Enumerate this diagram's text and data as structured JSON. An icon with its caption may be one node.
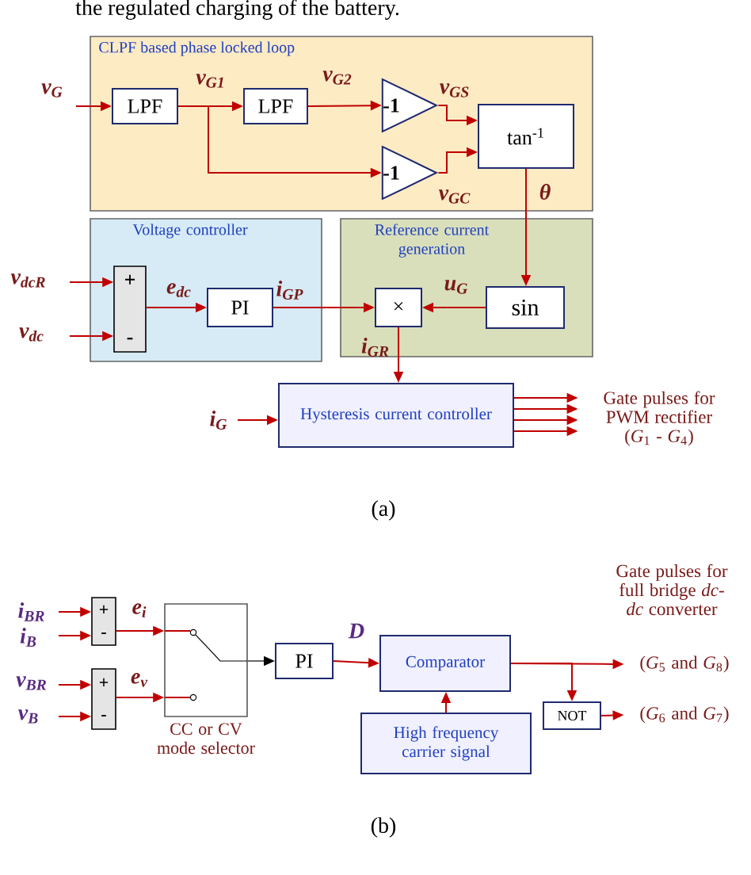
{
  "diagram": {
    "nodes": [
      {
        "text": [
          "CLPF based phase locked loop"
        ]
      },
      {
        "text": [
          "LPF"
        ],
        "in": 0
      },
      {
        "text": [
          "LPF"
        ],
        "in": 0
      },
      {
        "text": [
          "-1"
        ],
        "in": 0
      },
      {
        "text": [
          "-1"
        ],
        "in": 0
      },
      {
        "text": [
          "tan$^{-1}$"
        ],
        "in": 0
      },
      {
        "text": [
          "Voltage controller"
        ]
      },
      {
        "text": [
          "+",
          "-"
        ],
        "in": 6
      },
      {
        "text": [
          "PI"
        ],
        "in": 6
      },
      {
        "text": [
          "Reference current generation"
        ]
      },
      {
        "text": [
          "×"
        ],
        "in": 9
      },
      {
        "text": [
          "sin"
        ],
        "in": 9
      },
      {
        "text": [
          "Hysteresis current controller"
        ]
      },
      {
        "text": [
          "Gate pulses for PWM rectifier (*G*$_{1}$ - *G*$_{4}$)"
        ]
      },
      {
        "text": [
          "+",
          "-"
        ]
      },
      {
        "text": [
          "+",
          "-"
        ]
      },
      {
        "text": [],
        "shape": "box",
        "beside": [
          "CC or CV mode selector"
        ]
      },
      {
        "text": [
          "PI"
        ]
      },
      {
        "text": [
          "Comparator"
        ]
      },
      {
        "text": [
          "High frequency carrier signal"
        ]
      },
      {
        "text": [
          "NOT"
        ]
      },
      {
        "text": [
          "(*G*$_{5}$ and *G*$_{8}$)"
        ]
      },
      {
        "text": [
          "(*G*$_{6}$ and *G*$_{7}$)"
        ]
      }
    ],
    "edges": [
      {
        "from": null,
        "to": 1,
        "arrow": "to",
        "label": "v$_{G}$"
      },
      {
        "from": 1,
        "to": 2,
        "arrow": "to",
        "label": "v$_{G1}$"
      },
      {
        "from": 2,
        "to": 3,
        "arrow": "to",
        "label": "v$_{G2}$"
      },
      {
        "from": 1,
        "to": 4,
        "arrow": "to"
      },
      {
        "from": 3,
        "to": 5,
        "arrow": "to",
        "label": "v$_{GS}$"
      },
      {
        "from": 4,
        "to": 5,
        "arrow": "to",
        "label": "v$_{GC}$"
      },
      {
        "from": 5,
        "to": 11,
        "arrow": "to",
        "label": "θ"
      },
      {
        "from": null,
        "to": 7,
        "arrow": "to",
        "label": "v$_{dcR}$"
      },
      {
        "from": null,
        "to": 7,
        "arrow": "to",
        "label": "v$_{dc}$"
      },
      {
        "from": 7,
        "to": 8,
        "arrow": "to",
        "label": "e$_{dc}$"
      },
      {
        "from": 8,
        "to": 10,
        "arrow": "to",
        "label": "i$_{GP}$"
      },
      {
        "from": 11,
        "to": 10,
        "arrow": "to",
        "label": "u$_{G}$"
      },
      {
        "from": 10,
        "to": 12,
        "arrow": "to",
        "label": "i$_{GR}$"
      },
      {
        "from": null,
        "to": 12,
        "arrow": "to",
        "label": "i$_{G}$"
      },
      {
        "from": 12,
        "to": 13,
        "arrow": "to"
      },
      {
        "from": 12,
        "to": 13,
        "arrow": "to"
      },
      {
        "from": 12,
        "to": 13,
        "arrow": "to"
      },
      {
        "from": 12,
        "to": 13,
        "arrow": "to"
      },
      {
        "from": null,
        "to": 14,
        "arrow": "to",
        "label": "i$_{BR}$"
      },
      {
        "from": null,
        "to": 14,
        "arrow": "to",
        "label": "i$_{B}$"
      },
      {
        "from": 14,
        "to": 16,
        "arrow": "to",
        "label": "e$_{i}$"
      },
      {
        "from": null,
        "to": 15,
        "arrow": "to",
        "label": "v$_{BR}$"
      },
      {
        "from": null,
        "to": 15,
        "arrow": "to",
        "label": "v$_{B}$"
      },
      {
        "from": 15,
        "to": 16,
        "arrow": "to",
        "label": "e$_{v}$"
      },
      {
        "from": 16,
        "to": 17,
        "arrow": "to",
        "color": "#000000"
      },
      {
        "from": 17,
        "to": 18,
        "arrow": "to",
        "label": "D"
      },
      {
        "from": 19,
        "to": 18,
        "arrow": "to"
      },
      {
        "from": 18,
        "to": 21,
        "arrow": "to"
      },
      {
        "from": 18,
        "to": 20,
        "arrow": "to"
      },
      {
        "from": 20,
        "to": 22,
        "arrow": "to"
      }
    ],
    "labels": [
      "the regulated charging of the battery.",
      "(a)",
      "Gate pulses for full bridge *dc-dc* converter",
      "(b)"
    ]
  }
}
